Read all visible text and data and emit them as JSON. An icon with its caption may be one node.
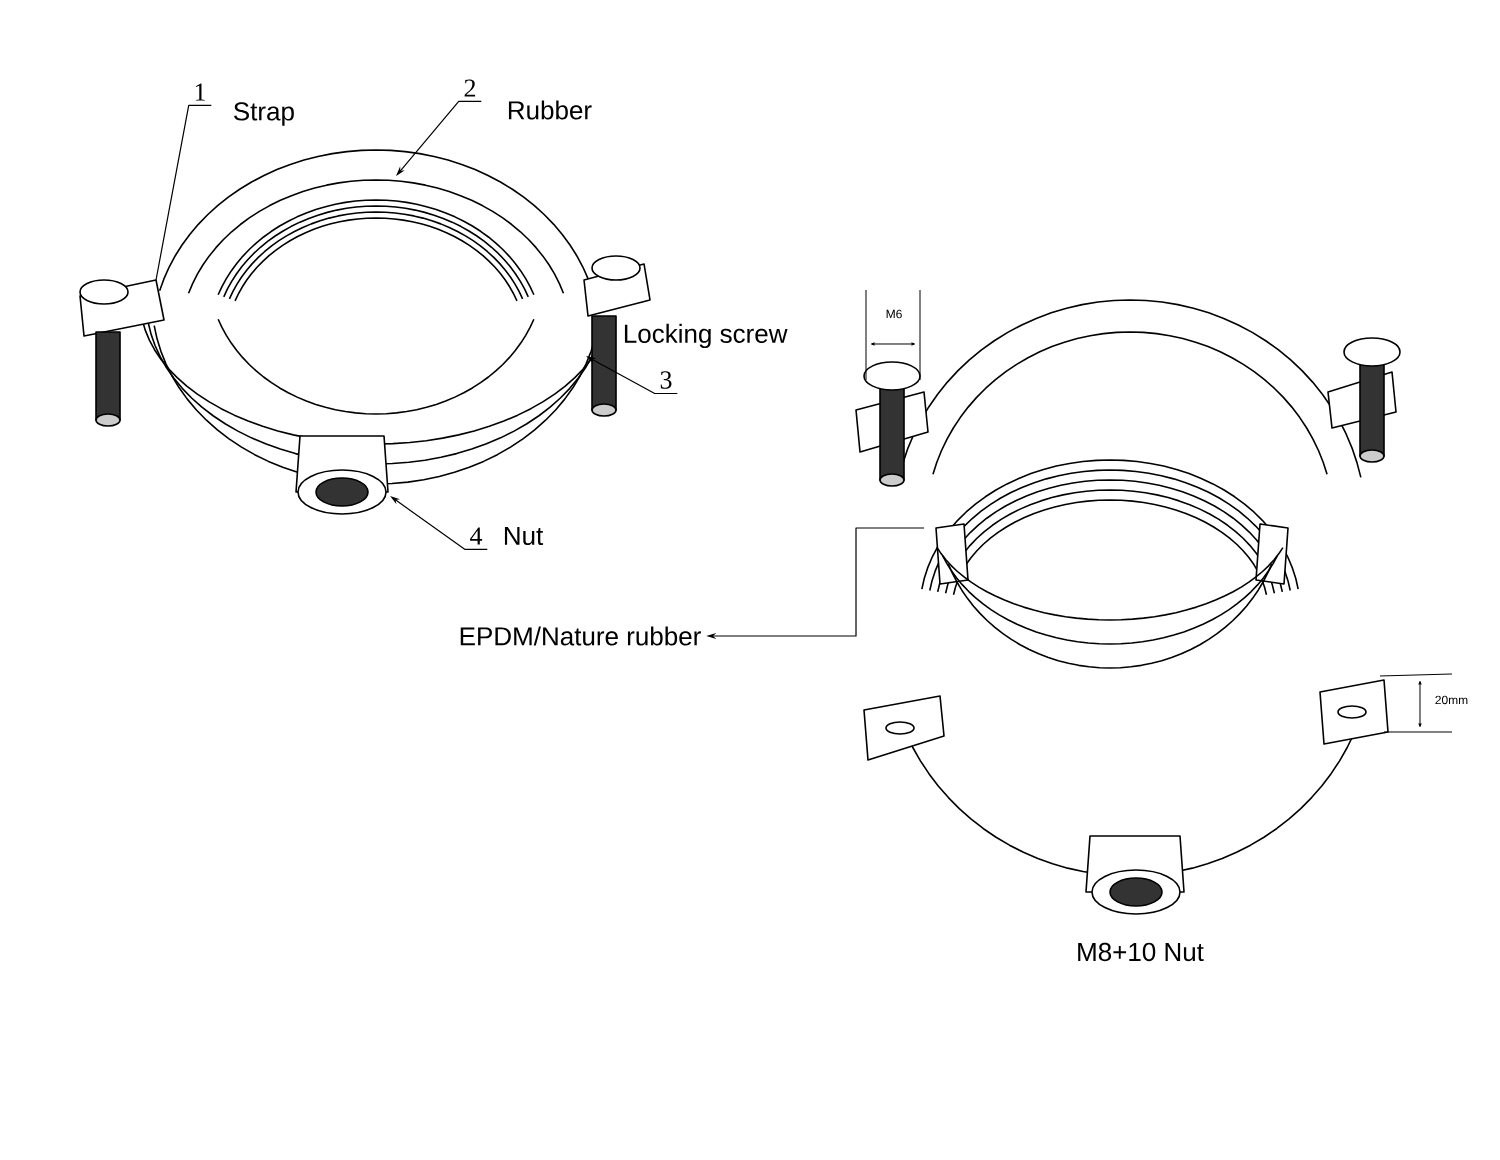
{
  "diagram": {
    "nodes": [
      {
        "text": [
          "1"
        ],
        "beside": [
          "Strap"
        ]
      },
      {
        "text": [
          "2"
        ],
        "beside": [
          "Rubber"
        ]
      },
      {
        "text": [
          "3"
        ],
        "beside": [
          "Locking screw"
        ]
      },
      {
        "text": [
          "4"
        ],
        "beside": [
          "Nut"
        ]
      },
      {
        "text": [
          "EPDM/Nature rubber"
        ]
      }
    ],
    "edges": [
      {
        "from": 0,
        "to": null,
        "arrow": "none"
      },
      {
        "from": 1,
        "to": null,
        "arrow": "to"
      },
      {
        "from": 2,
        "to": null,
        "arrow": "to"
      },
      {
        "from": 3,
        "to": null,
        "arrow": "to"
      },
      {
        "from": null,
        "to": 4,
        "arrow": "to"
      }
    ],
    "labels": [
      "M6",
      "20mm",
      "M8+10 Nut"
    ]
  }
}
